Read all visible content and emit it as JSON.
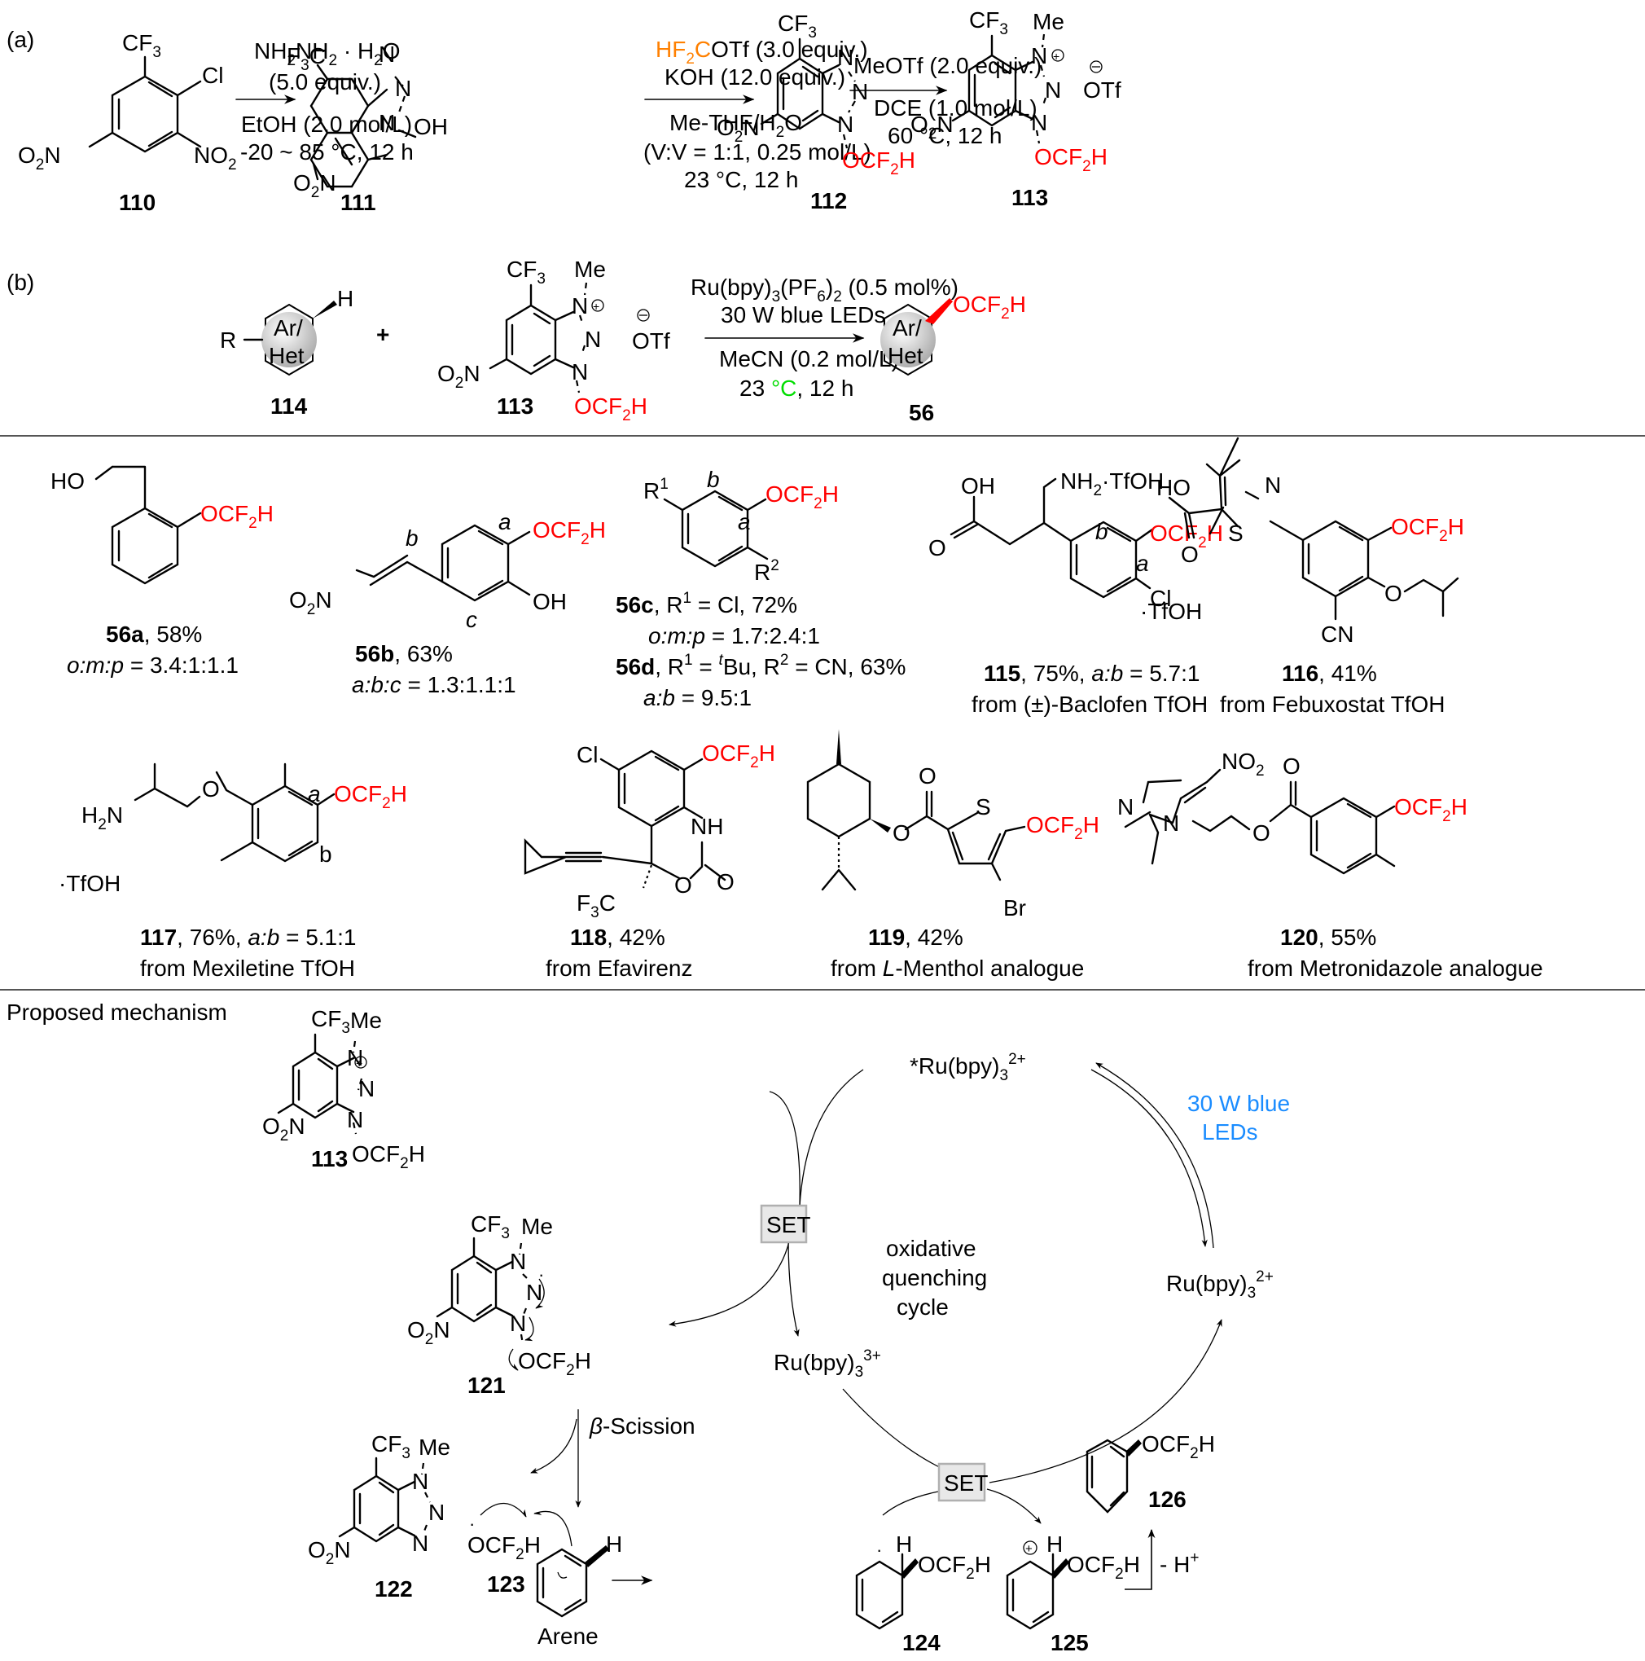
{
  "panel_a": {
    "label": "(a)",
    "compound_110": {
      "id": "110",
      "substituents": [
        "CF3",
        "Cl",
        "O2N",
        "NO2"
      ]
    },
    "step1": {
      "above": [
        "NH2NH2 · H2O",
        "(5.0 equiv.)"
      ],
      "below": [
        "EtOH (2.0 mol/L)",
        "-20 ~ 85 °C, 12 h"
      ]
    },
    "compound_111": {
      "id": "111",
      "substituents": [
        "F3C",
        "N",
        "N",
        "N",
        "OH",
        "O2N"
      ]
    },
    "step2": {
      "above_highlight": "HF2C",
      "above": [
        "OTf (3.0 equiv.)",
        "KOH (12.0 equiv.)"
      ],
      "below": [
        "Me-THF/H2O",
        "(V:V = 1:1, 0.25 mol/L)",
        "23 °C, 12 h"
      ]
    },
    "compound_112": {
      "id": "112",
      "substituents": [
        "CF3",
        "O2N",
        "OCF2H"
      ]
    },
    "step3": {
      "above": [
        "MeOTf (2.0 equiv.)"
      ],
      "below": [
        "DCE (1.0 mol/L)",
        "60 °C, 12 h"
      ]
    },
    "compound_113": {
      "id": "113",
      "substituents": [
        "CF3",
        "Me",
        "O2N",
        "OCF2H",
        "OTf"
      ]
    }
  },
  "panel_b": {
    "label": "(b)",
    "compound_114": {
      "id": "114",
      "ring_label": [
        "Ar/",
        "Het"
      ],
      "R": "R",
      "H": "H"
    },
    "plus": "+",
    "compound_113": {
      "id": "113",
      "OCF2H": "OCF2H",
      "OTf": "OTf"
    },
    "conditions_above": [
      "Ru(bpy)3(PF6)2 (0.5 mol%)",
      "30 W blue LEDs"
    ],
    "conditions_below": [
      "MeCN (0.2 mol/L)"
    ],
    "temp": {
      "pre": "23 ",
      "unit": "°C",
      "post": ", 12 h"
    },
    "product_56": {
      "id": "56",
      "group": "OCF2H"
    }
  },
  "scope": [
    {
      "id": "56a",
      "yield": "58%",
      "ratio_label": "o:m:p",
      "ratio": "= 3.4:1:1.1"
    },
    {
      "id": "56b",
      "yield": "63%",
      "ratio_label": "a:b:c",
      "ratio": "= 1.3:1.1:1"
    },
    {
      "id": "56c",
      "detail": "R1 = Cl, 72%",
      "ratio_label": "o:m:p",
      "ratio": "= 1.7:2.4:1"
    },
    {
      "id": "56d",
      "detail": "R1 = tBu, R2 = CN, 63%",
      "ratio_label": "a:b",
      "ratio": "= 9.5:1"
    },
    {
      "id": "115",
      "yield": "75%",
      "ratio_label": "a:b",
      "ratio": "= 5.7:1",
      "source": "from (±)-Baclofen TfOH"
    },
    {
      "id": "116",
      "yield": "41%",
      "source": "from Febuxostat TfOH"
    },
    {
      "id": "117",
      "yield": "76%",
      "ratio_label": "a:b",
      "ratio": "= 5.1:1",
      "source": "from Mexiletine TfOH"
    },
    {
      "id": "118",
      "yield": "42%",
      "source": "from Efavirenz"
    },
    {
      "id": "119",
      "yield": "42%",
      "source_pre": "from ",
      "source_it": "L",
      "source_post": "-Menthol analogue"
    },
    {
      "id": "120",
      "yield": "55%",
      "source": "from Metronidazole analogue"
    }
  ],
  "mechanism": {
    "title": "Proposed mechanism",
    "ru_excited": "*Ru(bpy)3 2+",
    "ru_ground": "Ru(bpy)3 2+",
    "ru_oxidized": "Ru(bpy)3 3+",
    "light": [
      "30 W blue",
      "LEDs"
    ],
    "cycle_label": [
      "oxidative",
      "quenching",
      "cycle"
    ],
    "set_label": "SET",
    "beta_scission": "β-Scission",
    "arene_label": "Arene",
    "deprotonation": "- H+",
    "compounds": [
      "113",
      "121",
      "122",
      "123",
      "124",
      "125",
      "126"
    ]
  },
  "colors": {
    "highlight_red": "#ff0000",
    "reagent_orange": "#ff8000",
    "temp_green": "#00dd00",
    "light_blue": "#1a8cff"
  }
}
